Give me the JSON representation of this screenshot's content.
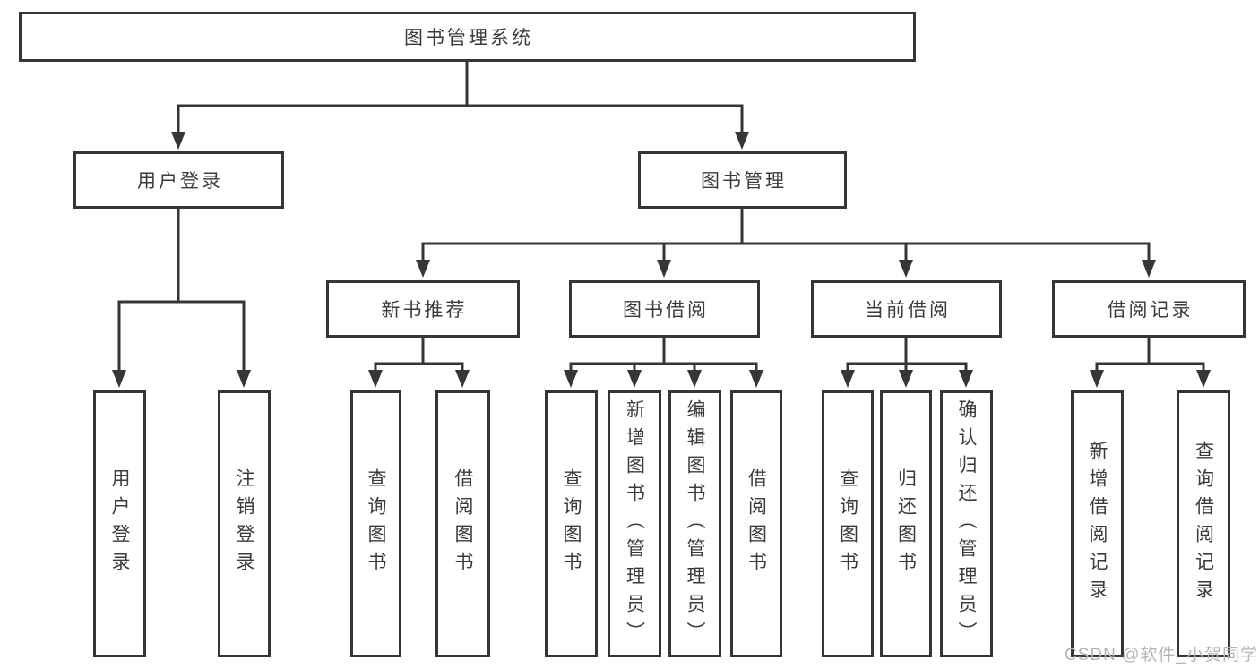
{
  "diagram": {
    "title": "图书管理系统",
    "colors": {
      "line": "#363636",
      "text": "#3b3b3b",
      "background": "#ffffff",
      "watermark": "#b5b5b5"
    },
    "nodes": {
      "root": {
        "label": "图书管理系统"
      },
      "user_login": {
        "label": "用户登录"
      },
      "book_management": {
        "label": "图书管理"
      },
      "new_book_recommend": {
        "label": "新书推荐"
      },
      "book_borrowing": {
        "label": "图书借阅"
      },
      "current_borrowing": {
        "label": "当前借阅"
      },
      "borrowing_records": {
        "label": "借阅记录"
      },
      "leaf_user_login": {
        "label": "用户登录"
      },
      "leaf_logout_login": {
        "label": "注销登录"
      },
      "leaf_query_books_recommend": {
        "label": "查询图书"
      },
      "leaf_borrow_books_recommend": {
        "label": "借阅图书"
      },
      "leaf_query_books_borrowing": {
        "label": "查询图书"
      },
      "leaf_add_books_admin": {
        "label": "新增图书（管理员）"
      },
      "leaf_edit_books_admin": {
        "label": "编辑图书（管理员）"
      },
      "leaf_borrow_books_borrowing": {
        "label": "借阅图书"
      },
      "leaf_query_books_current": {
        "label": "查询图书"
      },
      "leaf_return_books": {
        "label": "归还图书"
      },
      "leaf_confirm_return_admin": {
        "label": "确认归还（管理员）"
      },
      "leaf_add_borrow_record": {
        "label": "新增借阅记录"
      },
      "leaf_query_borrow_record": {
        "label": "查询借阅记录"
      }
    },
    "hierarchy": {
      "图书管理系统": {
        "用户登录": [
          "用户登录",
          "注销登录"
        ],
        "图书管理": {
          "新书推荐": [
            "查询图书",
            "借阅图书"
          ],
          "图书借阅": [
            "查询图书",
            "新增图书（管理员）",
            "编辑图书（管理员）",
            "借阅图书"
          ],
          "当前借阅": [
            "查询图书",
            "归还图书",
            "确认归还（管理员）"
          ],
          "借阅记录": [
            "新增借阅记录",
            "查询借阅记录"
          ]
        }
      }
    }
  },
  "watermark": {
    "text": "CSDN @软件_小贺同学"
  }
}
